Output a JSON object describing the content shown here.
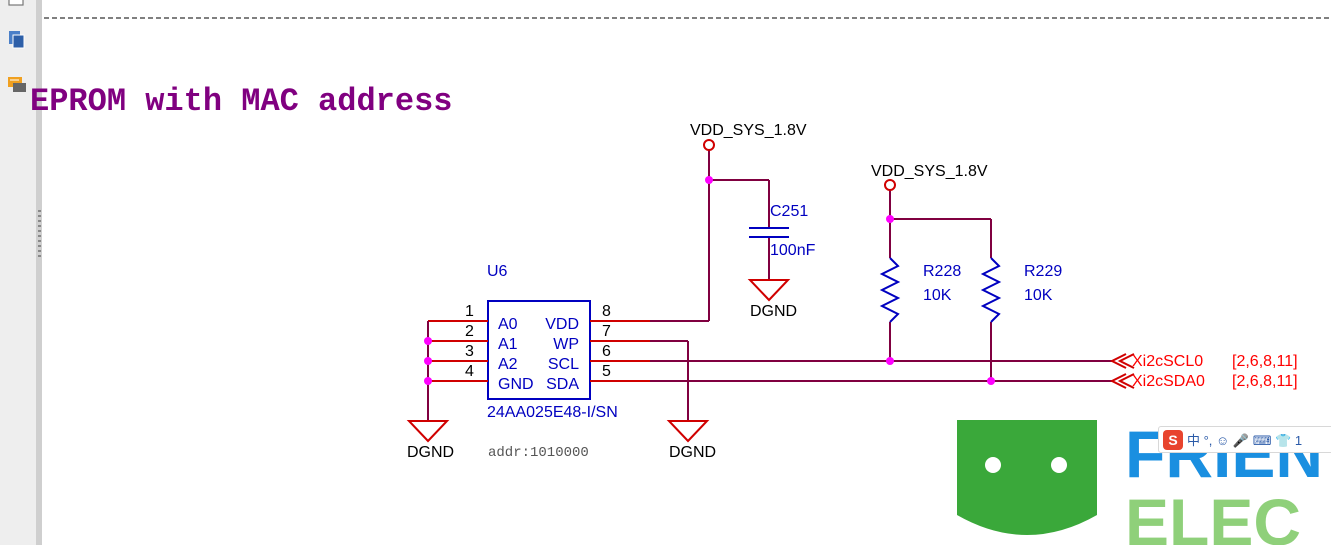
{
  "title": "EPROM with MAC address",
  "ic": {
    "refdes": "U6",
    "part": "24AA025E48-I/SN",
    "addr": "addr:1010000",
    "left_pins": [
      {
        "num": "1",
        "name": "A0"
      },
      {
        "num": "2",
        "name": "A1"
      },
      {
        "num": "3",
        "name": "A2"
      },
      {
        "num": "4",
        "name": "GND"
      }
    ],
    "right_pins": [
      {
        "num": "8",
        "name": "VDD"
      },
      {
        "num": "7",
        "name": "WP"
      },
      {
        "num": "6",
        "name": "SCL"
      },
      {
        "num": "5",
        "name": "SDA"
      }
    ]
  },
  "power": {
    "vdd1": "VDD_SYS_1.8V",
    "vdd2": "VDD_SYS_1.8V",
    "gnd_left": "DGND",
    "gnd_wp": "DGND",
    "gnd_cap": "DGND"
  },
  "capacitor": {
    "refdes": "C251",
    "value": "100nF"
  },
  "resistors": [
    {
      "refdes": "R228",
      "value": "10K"
    },
    {
      "refdes": "R229",
      "value": "10K"
    }
  ],
  "nets": [
    {
      "name": "Xi2cSCL0",
      "pages": "[2,6,8,11]"
    },
    {
      "name": "Xi2cSDA0",
      "pages": "[2,6,8,11]"
    }
  ],
  "watermark": {
    "line1": "FRIEN",
    "line2": "ELEC"
  },
  "ime": {
    "logo": "S",
    "label": "中 °, ☺ 🎤 ⌨ 👕 1"
  },
  "colors": {
    "wire": "#800040",
    "pin": "#d00000",
    "part": "#0000c0",
    "text": "#000000",
    "title": "#800080",
    "junction": "#ff00ff",
    "net_label": "#ff0000",
    "brand_green": "#3aa83a",
    "brand_blue": "#1a8fe0"
  }
}
